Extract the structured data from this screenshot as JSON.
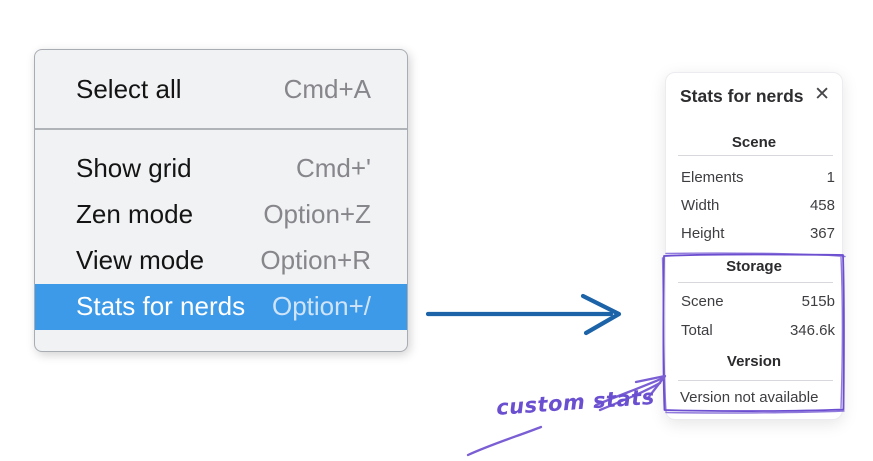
{
  "menu": {
    "sections": [
      {
        "items": [
          {
            "label": "Select all",
            "shortcut": "Cmd+A"
          }
        ]
      },
      {
        "items": [
          {
            "label": "Show grid",
            "shortcut": "Cmd+'"
          },
          {
            "label": "Zen mode",
            "shortcut": "Option+Z"
          },
          {
            "label": "View mode",
            "shortcut": "Option+R"
          },
          {
            "label": "Stats for nerds",
            "shortcut": "Option+/"
          }
        ]
      }
    ],
    "highlighted_item": "Stats for nerds",
    "highlight_color": "#3d9ae8"
  },
  "stats_panel": {
    "title": "Stats for nerds",
    "close_icon": "✕",
    "scene": {
      "header": "Scene",
      "rows": [
        {
          "label": "Elements",
          "value": "1"
        },
        {
          "label": "Width",
          "value": "458"
        },
        {
          "label": "Height",
          "value": "367"
        }
      ]
    },
    "storage": {
      "header": "Storage",
      "rows": [
        {
          "label": "Scene",
          "value": "515b"
        },
        {
          "label": "Total",
          "value": "346.6k"
        }
      ]
    },
    "version": {
      "header": "Version",
      "note": "Version not available"
    }
  },
  "annotation": {
    "label": "custom stats",
    "color": "#6a4fd0",
    "box_color": "#6c4fd0"
  },
  "arrow": {
    "color": "#1d63a8"
  }
}
